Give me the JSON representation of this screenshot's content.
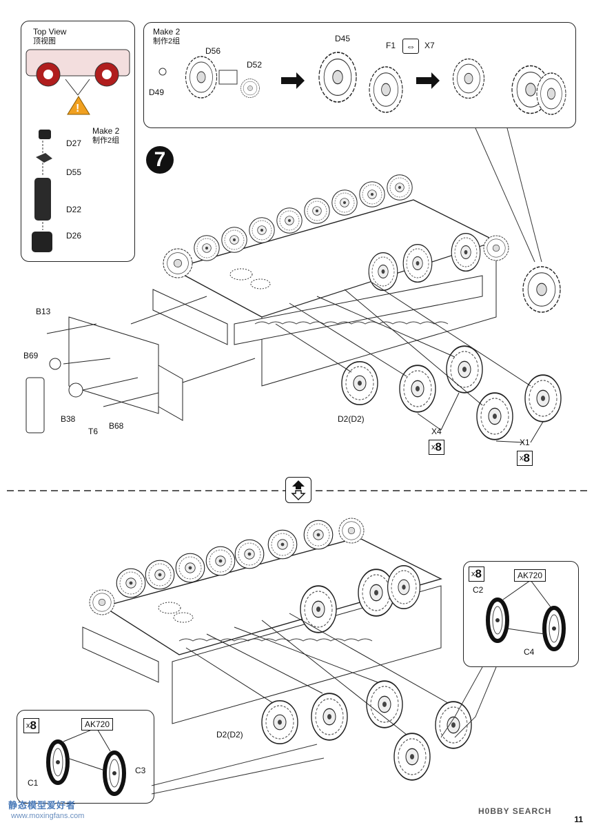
{
  "top_view": {
    "title_en": "Top View",
    "title_cn": "顶视图",
    "make_en": "Make 2",
    "make_cn": "制作2组",
    "parts": [
      "D27",
      "D55",
      "D22",
      "D26"
    ]
  },
  "sprocket_panel": {
    "make_en": "Make 2",
    "make_cn": "制作2组",
    "parts": {
      "d49": "D49",
      "d56": "D56",
      "d52": "D52",
      "d45": "D45",
      "f1": "F1",
      "x7": "X7"
    }
  },
  "step": {
    "number": "7"
  },
  "upper": {
    "parts": {
      "b13": "B13",
      "b69": "B69",
      "b38": "B38",
      "t6": "T6",
      "b68": "B68",
      "d2": "D2(D2)",
      "x4": "X4",
      "x1": "X1"
    },
    "qty1": "8",
    "qty2": "8",
    "qty_prefix": "x"
  },
  "lower": {
    "d2": "D2(D2)",
    "right_inset": {
      "qty": "8",
      "badge": "AK720",
      "c2": "C2",
      "c4": "C4"
    },
    "left_inset": {
      "qty": "8",
      "badge": "AK720",
      "c1": "C1",
      "c3": "C3"
    }
  },
  "footer": {
    "page": "11",
    "brand": "H0BBY SEARCH",
    "watermark_cn": "静态模型爱好者",
    "watermark_url": "www.moxingfans.com"
  }
}
